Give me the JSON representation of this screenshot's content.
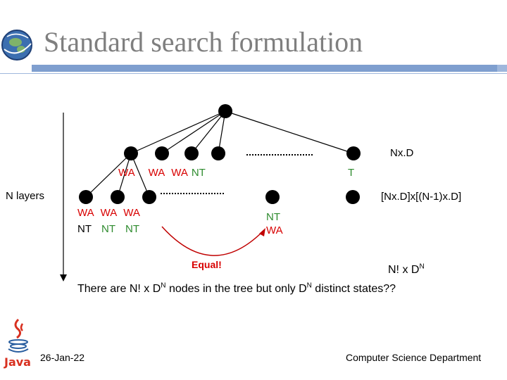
{
  "title": "Standard search formulation",
  "labels": {
    "n_layers": "N layers",
    "nxd": "Nx.D",
    "level1_tokens": [
      {
        "text": "WA",
        "color": "#d80000"
      },
      {
        "text": "WA",
        "color": "#d80000"
      },
      {
        "text": "WA",
        "color": "#d80000"
      },
      {
        "text": "NT",
        "color": "#2e8b2e"
      }
    ],
    "level1_t": "T",
    "level2_formula": "[Nx.D]x[(N-1)x.D]",
    "left_group_row1": [
      "WA",
      "WA",
      "WA"
    ],
    "left_group_row2": [
      "NT",
      "NT",
      "NT"
    ],
    "right_group_row1": "NT",
    "right_group_row2": "WA",
    "equal": "Equal!",
    "nxd_prefix": "N! x D",
    "nxd_sup": "N",
    "statement": {
      "part1": "There are N! x D",
      "sup1": "N",
      "part2": " nodes in the tree but only D",
      "sup2": "N",
      "part3": " distinct states??"
    }
  },
  "footer": {
    "date": "26-Jan-22",
    "department": "Computer Science Department"
  },
  "colors": {
    "red": "#d80000",
    "green": "#2e8b2e",
    "title_gray": "#7f7f7f",
    "bar_blue": "#7f9fcf"
  }
}
